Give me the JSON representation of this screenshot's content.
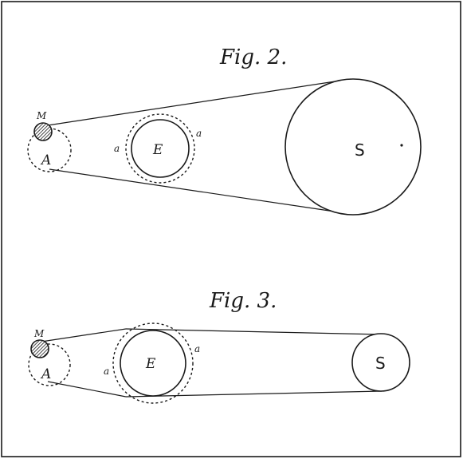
{
  "fig2": {
    "caption": "Fig. 2.",
    "label_m": "M",
    "label_a_upper": "A",
    "label_e": "E",
    "label_a_left": "a",
    "label_a_right": "a",
    "label_s": "S"
  },
  "fig3": {
    "caption": "Fig. 3.",
    "label_m": "M",
    "label_a_upper": "A",
    "label_e": "E",
    "label_a_left": "a",
    "label_a_right": "a",
    "label_s": "S"
  },
  "colors": {
    "ink": "#1a1a1a",
    "paper": "#ffffff"
  }
}
